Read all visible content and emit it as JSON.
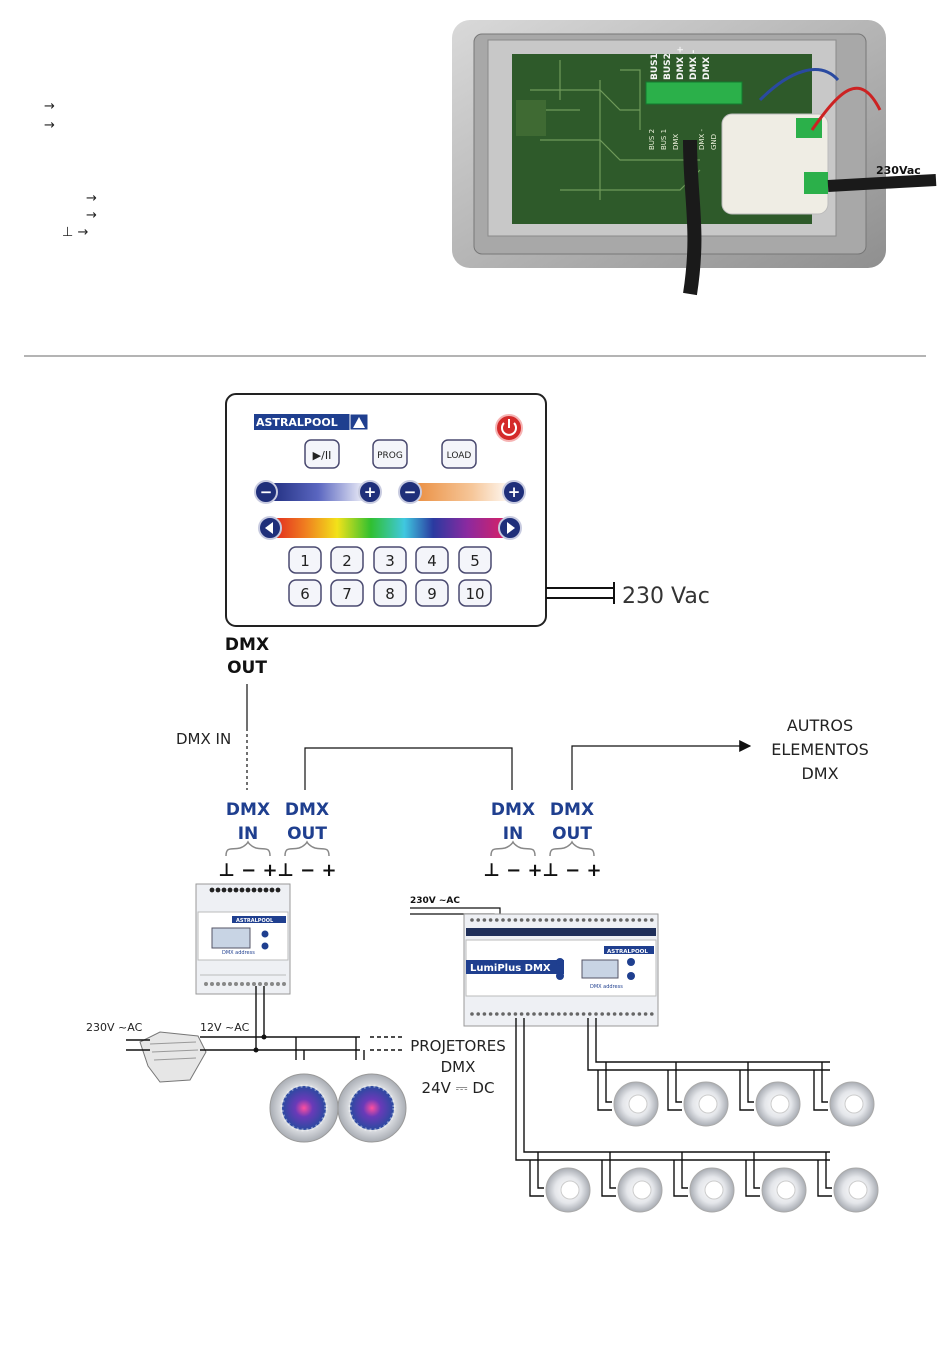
{
  "left_notes": {
    "arrows_top": [
      "→",
      "→"
    ],
    "arrows_bottom": [
      "→",
      "→",
      "⊥ →"
    ]
  },
  "photo": {
    "pcb_terminal_labels": [
      "BUS1",
      "BUS2",
      "DMX +",
      "DMX -",
      "DMX"
    ],
    "silk_labels": [
      "BUS 2",
      "BUS 1",
      "DMX",
      "DMX -",
      "GND"
    ],
    "power_label": "230Vac"
  },
  "controller": {
    "brand": "ASTRALPOOL",
    "buttons": {
      "play": "▶/II",
      "prog": "PROG",
      "load": "LOAD"
    },
    "minus": "−",
    "plus": "+",
    "numbers": [
      "1",
      "2",
      "3",
      "4",
      "5",
      "6",
      "7",
      "8",
      "9",
      "10"
    ],
    "power_label": "230 Vac",
    "output_label_1": "DMX",
    "output_label_2": "OUT"
  },
  "wiring": {
    "dmx_in_label": "DMX IN",
    "other_elements": [
      "AUTROS",
      "ELEMENTOS",
      "DMX"
    ],
    "decoder_left": {
      "in_1": "DMX",
      "in_2": "IN",
      "out_1": "DMX",
      "out_2": "OUT",
      "terminals": "⊥ − +",
      "terminals_out": "⊥ − +"
    },
    "decoder_right": {
      "in_1": "DMX",
      "in_2": "IN",
      "out_1": "DMX",
      "out_2": "OUT",
      "terminals": "⊥ − +",
      "terminals_out": "⊥ − +"
    },
    "small_decoder_brand": "ASTRALPOOL",
    "small_decoder_caption": "DMX address",
    "lumiplus_brand": "ASTRALPOOL",
    "lumiplus_title": "LumiPlus DMX",
    "lumiplus_caption": "DMX address",
    "lumiplus_power": "230V ~AC",
    "transformer_in": "230V ~AC",
    "transformer_out": "12V ~AC",
    "projectors": [
      "PROJETORES",
      "DMX",
      "24V ⎓ DC"
    ]
  },
  "colors": {
    "dmx_blue": "#1f3f8f",
    "panel_border": "#222222",
    "power_red": "#d42a2a"
  }
}
